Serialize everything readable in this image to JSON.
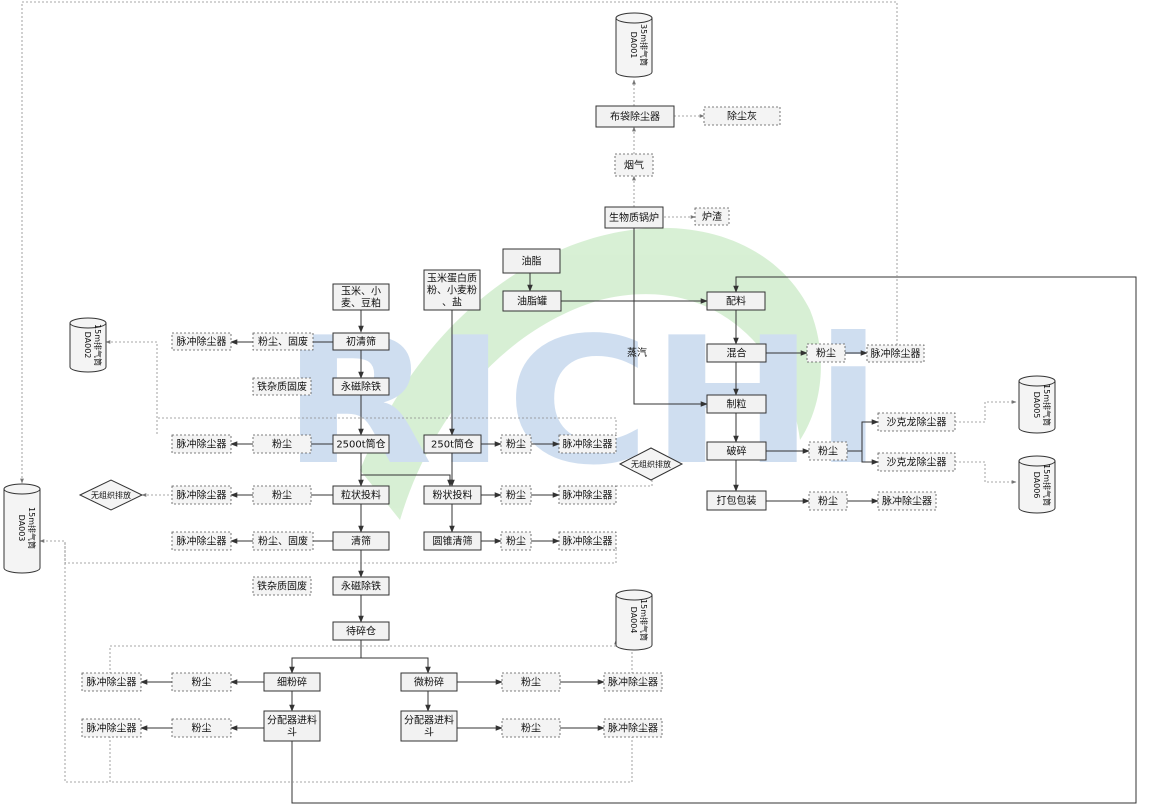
{
  "watermark": "RICHi",
  "nodes": {
    "n1": "玉米、小麦、豆粕",
    "n2": "初清筛",
    "n3": "脉冲除尘器",
    "n4": "粉尘、固废",
    "n5": "永磁除铁",
    "n6": "铁杂质固废",
    "n7": "2500t筒仓",
    "n8": "粉尘",
    "n9": "脉冲除尘器",
    "n10": "粒状投料",
    "n11": "粉尘",
    "n12": "脉冲除尘器",
    "n13": "无组织排放",
    "n14": "清筛",
    "n15": "粉尘、固废",
    "n16": "脉冲除尘器",
    "n17": "永磁除铁",
    "n18": "铁杂质固废",
    "n19": "待碎仓",
    "n20": "细粉碎",
    "n21": "粉尘",
    "n22": "脉冲除尘器",
    "n23": "分配器进料斗",
    "n24": "粉尘",
    "n25": "脉冲除尘器",
    "n26": "微粉碎",
    "n27": "粉尘",
    "n28": "脉冲除尘器",
    "n29": "分配器进料斗",
    "n30": "粉尘",
    "n31": "脉冲除尘器",
    "n32": "玉米蛋白质粉、小麦粉、盐",
    "n33": "250t筒仓",
    "n34": "粉尘",
    "n35": "脉冲除尘器",
    "n36": "粉状投料",
    "n37": "粉尘",
    "n38": "脉冲除尘器",
    "n39": "圆锥清筛",
    "n40": "粉尘",
    "n41": "脉冲除尘器",
    "n42": "无组织排放",
    "n43": "油脂",
    "n44": "油脂罐",
    "n45": "生物质锅炉",
    "n46": "炉渣",
    "n47": "烟气",
    "n48": "布袋除尘器",
    "n49": "除尘灰",
    "n50": "配料",
    "n51": "混合",
    "n52": "粉尘",
    "n53": "脉冲除尘器",
    "n54": "制粒",
    "n55": "破碎",
    "n56": "粉尘",
    "n57": "沙克龙除尘器",
    "n58": "沙克龙除尘器",
    "n59": "打包包装",
    "n60": "粉尘",
    "n61": "脉冲除尘器",
    "steam": "蒸汽"
  },
  "stacks": {
    "s1": [
      "DA001",
      "35m排气筒"
    ],
    "s2": [
      "DA002",
      "15m排气筒"
    ],
    "s3": [
      "DA003",
      "15m排气筒"
    ],
    "s4": [
      "DA004",
      "15m排气筒"
    ],
    "s5": [
      "DA005",
      "15m排气筒"
    ],
    "s6": [
      "DA006",
      "15m排气筒"
    ]
  },
  "colors": {
    "watermark_blue": "#2a6fbf",
    "watermark_green": "#4cbb3f"
  }
}
